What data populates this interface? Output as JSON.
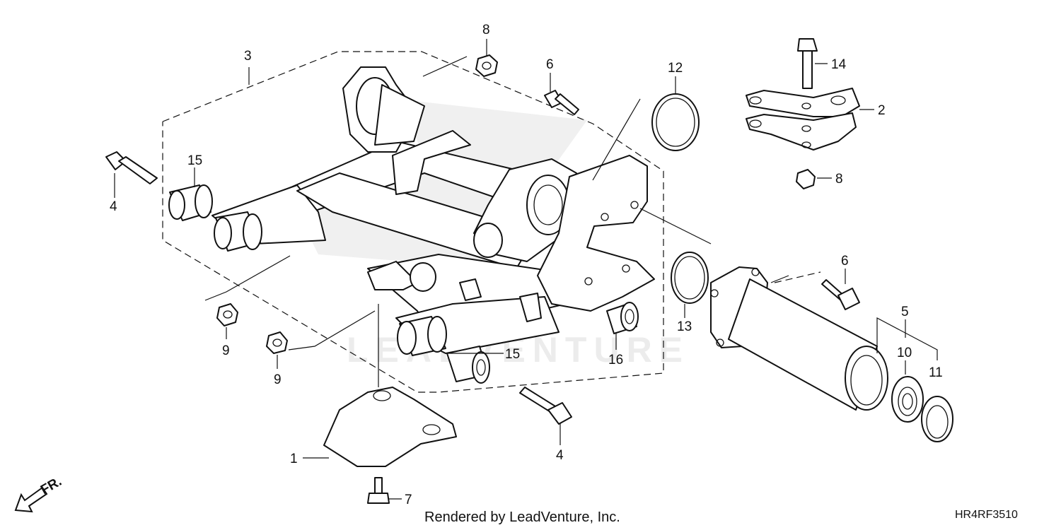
{
  "diagram": {
    "callouts": {
      "p1": "1",
      "p2": "2",
      "p3": "3",
      "p4a": "4",
      "p4b": "4",
      "p5": "5",
      "p6a": "6",
      "p6b": "6",
      "p7": "7",
      "p8a": "8",
      "p8b": "8",
      "p9a": "9",
      "p9b": "9",
      "p10": "10",
      "p11": "11",
      "p12": "12",
      "p13": "13",
      "p14": "14",
      "p15a": "15",
      "p15b": "15",
      "p16": "16"
    },
    "front_marker": "FR.",
    "footer": "Rendered by LeadVenture, Inc.",
    "diagram_code": "HR4RF3510",
    "watermark": "LEADVENTURE"
  },
  "colors": {
    "line": "#111111",
    "background": "#ffffff",
    "watermark": "#ececec"
  }
}
